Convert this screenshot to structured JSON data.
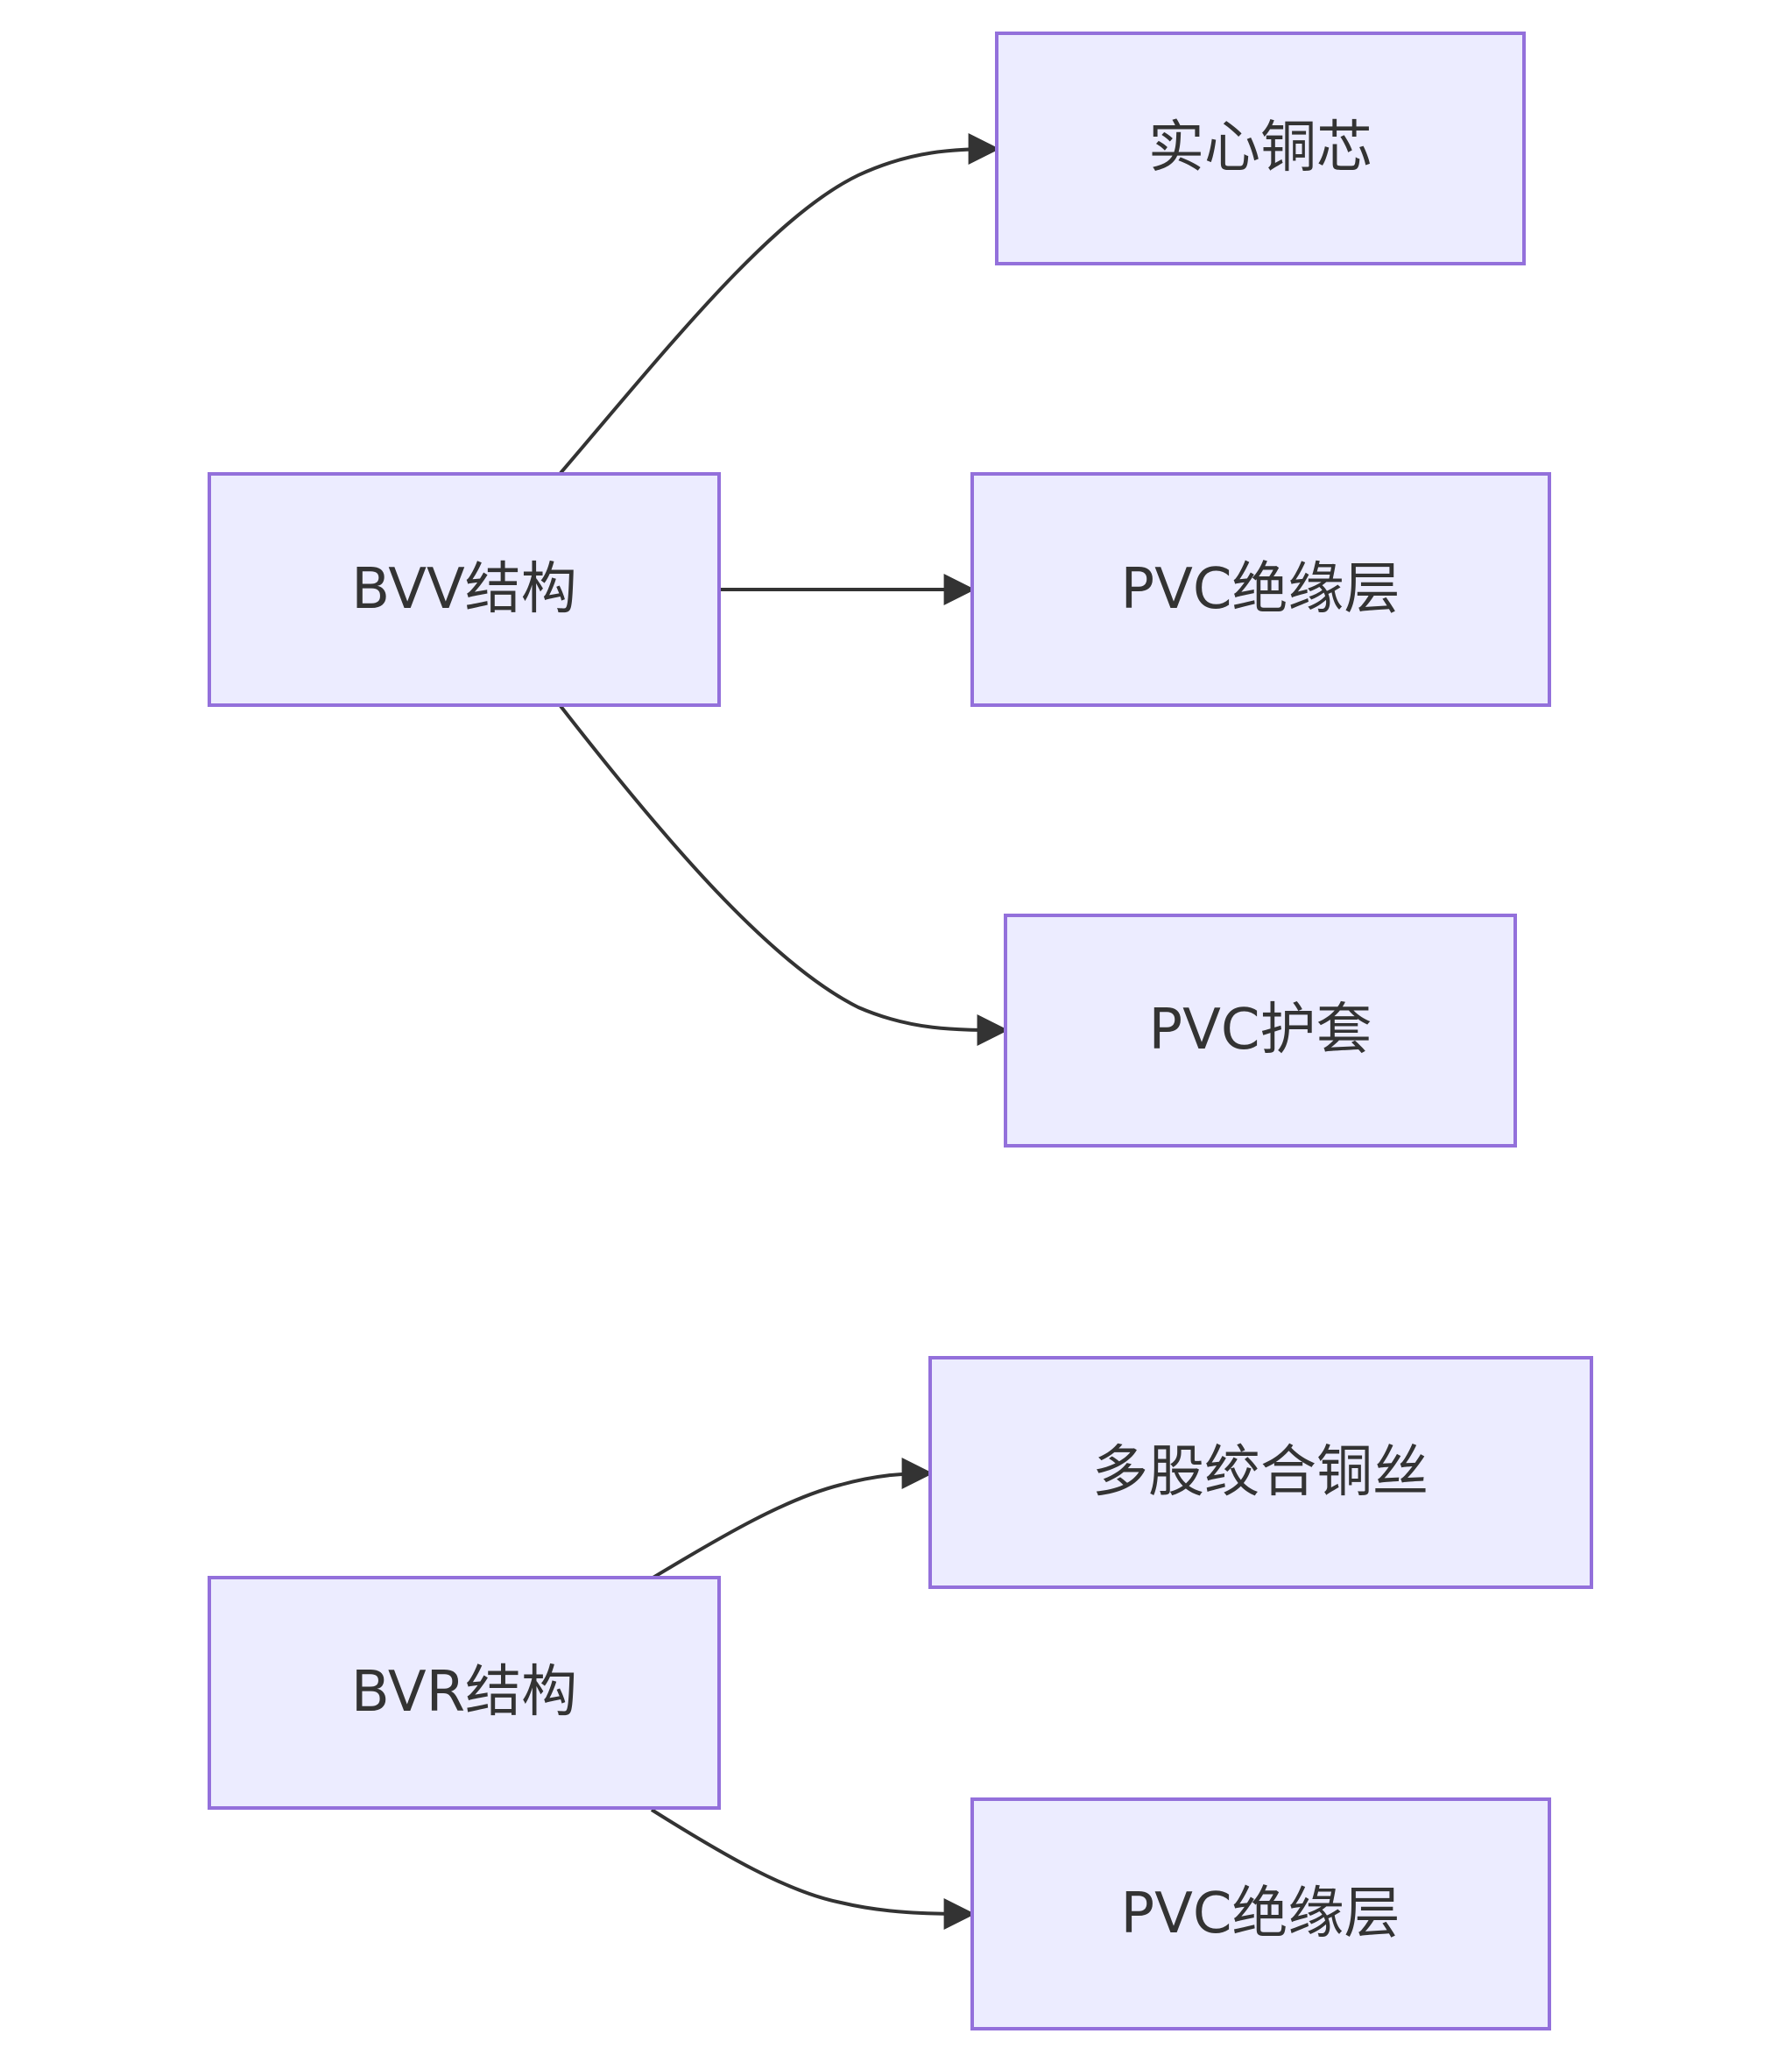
{
  "diagram": {
    "type": "flowchart-lr",
    "colors": {
      "node_fill": "#ECECFF",
      "node_stroke": "#9370DB",
      "edge": "#333333",
      "text": "#333333",
      "background": "#ffffff"
    },
    "groups": [
      {
        "root": {
          "id": "bvv",
          "label": "BVV结构"
        },
        "children": [
          {
            "id": "bvv_core",
            "label": "实心铜芯"
          },
          {
            "id": "bvv_insulation",
            "label": "PVC绝缘层"
          },
          {
            "id": "bvv_sheath",
            "label": "PVC护套"
          }
        ]
      },
      {
        "root": {
          "id": "bvr",
          "label": "BVR结构"
        },
        "children": [
          {
            "id": "bvr_strands",
            "label": "多股绞合铜丝"
          },
          {
            "id": "bvr_insulation",
            "label": "PVC绝缘层"
          }
        ]
      }
    ],
    "edges": [
      {
        "from": "bvv",
        "to": "bvv_core"
      },
      {
        "from": "bvv",
        "to": "bvv_insulation"
      },
      {
        "from": "bvv",
        "to": "bvv_sheath"
      },
      {
        "from": "bvr",
        "to": "bvr_strands"
      },
      {
        "from": "bvr",
        "to": "bvr_insulation"
      }
    ]
  }
}
